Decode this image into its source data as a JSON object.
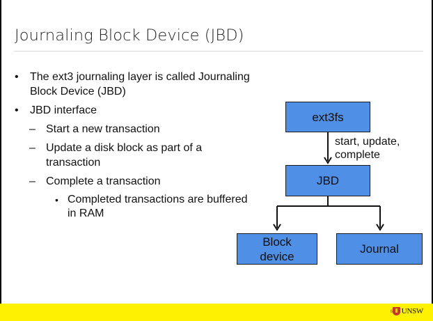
{
  "slide": {
    "title": "Journaling Block Device (JBD)",
    "page_number": "6",
    "logo_text": "UNSW"
  },
  "bullets": [
    {
      "level": 1,
      "text": "The ext3 journaling layer is called Journaling Block Device (JBD)"
    },
    {
      "level": 1,
      "text": "JBD interface"
    },
    {
      "level": 2,
      "text": "Start a new transaction"
    },
    {
      "level": 2,
      "text": "Update a disk block as part of a transaction"
    },
    {
      "level": 2,
      "text": "Complete a transaction"
    },
    {
      "level": 3,
      "text": "Completed transactions are buffered in RAM"
    }
  ],
  "diagram": {
    "nodes": {
      "ext3fs": "ext3fs",
      "jbd": "JBD",
      "block_device": "Block device",
      "journal": "Journal"
    },
    "edges": {
      "ext3fs_to_jbd": "start, update, complete"
    },
    "colors": {
      "box_fill": "#4f8fe6",
      "footer": "#fff200"
    }
  }
}
